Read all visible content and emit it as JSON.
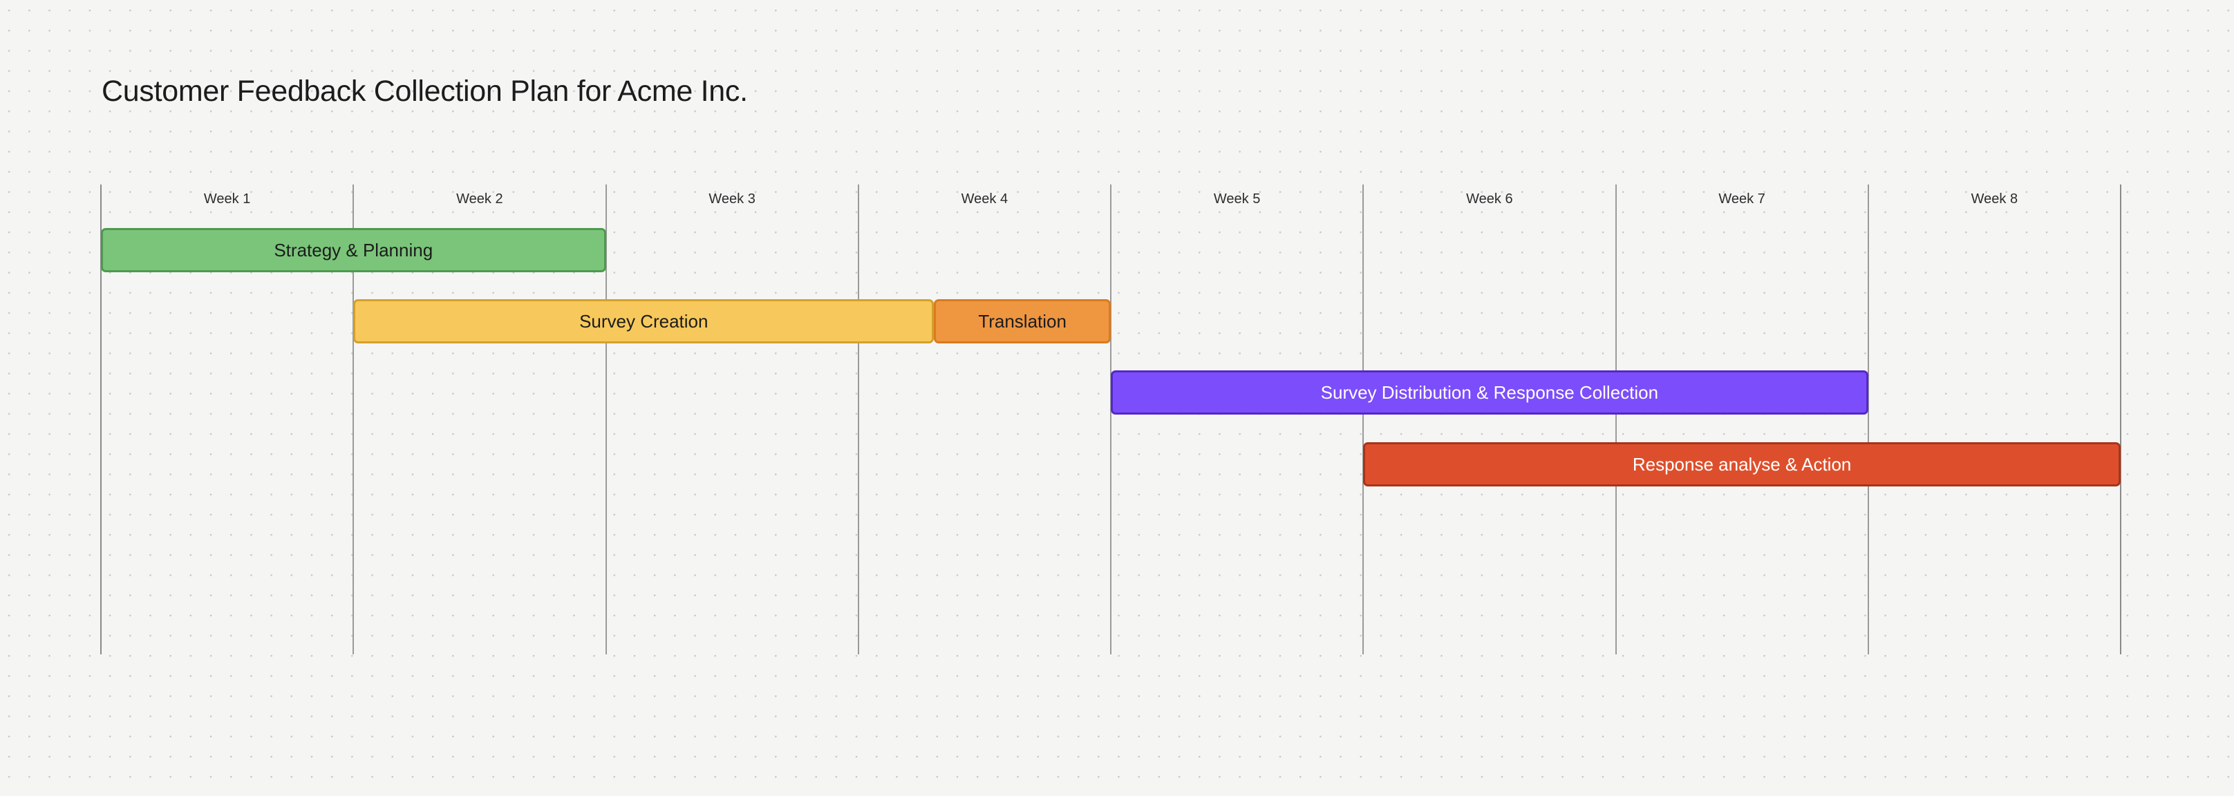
{
  "title": "Customer Feedback Collection Plan for Acme Inc.",
  "chart_data": {
    "type": "bar",
    "chart_style": "gantt",
    "title": "Customer Feedback Collection Plan for Acme Inc.",
    "xlabel": "",
    "ylabel": "",
    "grid": true,
    "legend": "none",
    "x_unit": "week",
    "xlim": [
      1,
      9
    ],
    "categories": [
      "Week 1",
      "Week 2",
      "Week 3",
      "Week 4",
      "Week 5",
      "Week 6",
      "Week 7",
      "Week 8"
    ],
    "tasks": [
      {
        "label": "Strategy & Planning",
        "start_week": 1.0,
        "end_week": 3.0,
        "duration_weeks": 2.0,
        "row": 1,
        "color": "#7ac57a",
        "border_color": "#4e9a4e",
        "text_color": "#1c1c1c"
      },
      {
        "label": "Survey Creation",
        "start_week": 2.0,
        "end_week": 4.3,
        "duration_weeks": 2.3,
        "row": 2,
        "color": "#f7c95c",
        "border_color": "#d4a02c",
        "text_color": "#1c1c1c"
      },
      {
        "label": "Translation",
        "start_week": 4.3,
        "end_week": 5.0,
        "duration_weeks": 0.7,
        "row": 2,
        "color": "#ef9641",
        "border_color": "#d97b1e",
        "text_color": "#1c1c1c"
      },
      {
        "label": "Survey Distribution & Response Collection",
        "start_week": 5.0,
        "end_week": 8.0,
        "duration_weeks": 3.0,
        "row": 3,
        "color": "#7c4dfa",
        "border_color": "#5429c9",
        "text_color": "#ffffff"
      },
      {
        "label": "Response analyse & Action",
        "start_week": 6.0,
        "end_week": 9.0,
        "duration_weeks": 3.0,
        "row": 4,
        "color": "#dd4f2c",
        "border_color": "#a8341a",
        "text_color": "#ffffff"
      }
    ]
  },
  "canvas": {
    "background_color": "#f5f5f4",
    "dot_grid_color": "#c9c9c7",
    "grid_line_color": "#8a8a8a"
  }
}
